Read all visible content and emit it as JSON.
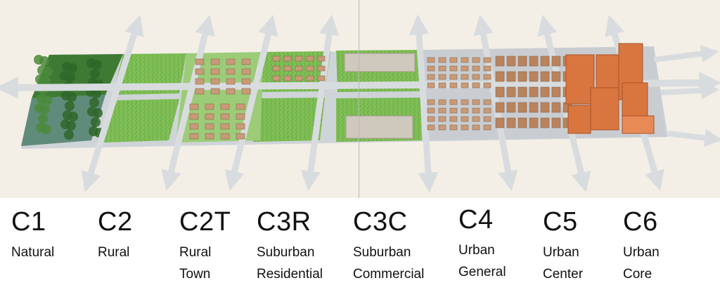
{
  "zones": [
    {
      "code": "C1",
      "name_line1": "Natural",
      "name_line2": ""
    },
    {
      "code": "C2",
      "name_line1": "Rural",
      "name_line2": ""
    },
    {
      "code": "C2T",
      "name_line1": "Rural",
      "name_line2": "Town"
    },
    {
      "code": "C3R",
      "name_line1": "Suburban",
      "name_line2": "Residential"
    },
    {
      "code": "C3C",
      "name_line1": "Suburban",
      "name_line2": "Commercial"
    },
    {
      "code": "C4",
      "name_line1": "Urban",
      "name_line2": "General"
    },
    {
      "code": "C5",
      "name_line1": "Urban",
      "name_line2": "Center"
    },
    {
      "code": "C6",
      "name_line1": "Urban",
      "name_line2": "Core"
    }
  ],
  "colors": {
    "background": "#f3efe6",
    "road": "#d9dcdf",
    "forest": "#3f7a34",
    "wetland": "#5f8b7a",
    "lawn": "#7fbf55",
    "house_roof": "#c99a78",
    "commercial_roof": "#cfc8bd",
    "tower": "#d9763f"
  },
  "icons": [
    "road-arrow-icon"
  ]
}
